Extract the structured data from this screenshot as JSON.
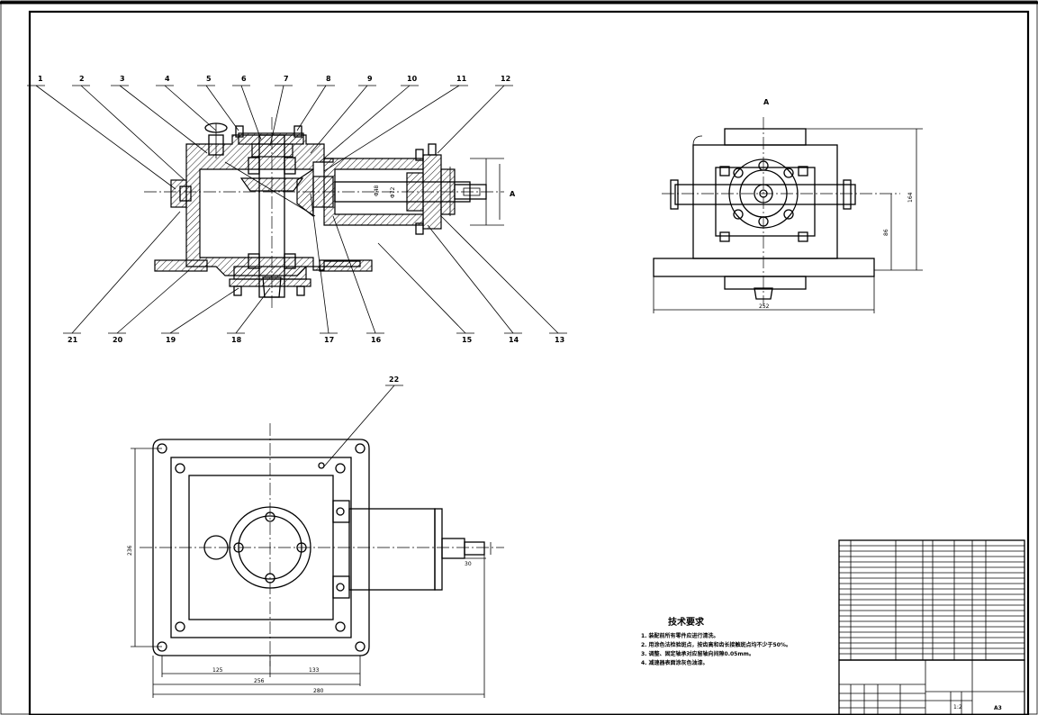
{
  "balloons": [
    "1",
    "2",
    "3",
    "4",
    "5",
    "6",
    "7",
    "8",
    "9",
    "10",
    "11",
    "12",
    "13",
    "14",
    "15",
    "16",
    "17",
    "18",
    "19",
    "20",
    "21",
    "22"
  ],
  "view_label": "A",
  "dimensions": {
    "side_width": "252",
    "side_height_total": "164",
    "side_height_axis": "86",
    "top_height": "236",
    "top_left": "125",
    "top_right": "133",
    "top_inner": "256",
    "top_total": "280",
    "shaft_len": "30",
    "front_a": "A"
  },
  "notes": {
    "title": "技术要求",
    "items": [
      "1. 装配前所有零件应进行清洗。",
      "2. 用涂色法检验斑点，按齿高和齿长接触斑点均不少于50%。",
      "3. 调整、固定轴承对应留轴向间隙0.05mm。",
      "4. 减速器表面涂灰色油漆。"
    ]
  },
  "title_block": {
    "scale": "1:2",
    "sheet": "A3"
  }
}
